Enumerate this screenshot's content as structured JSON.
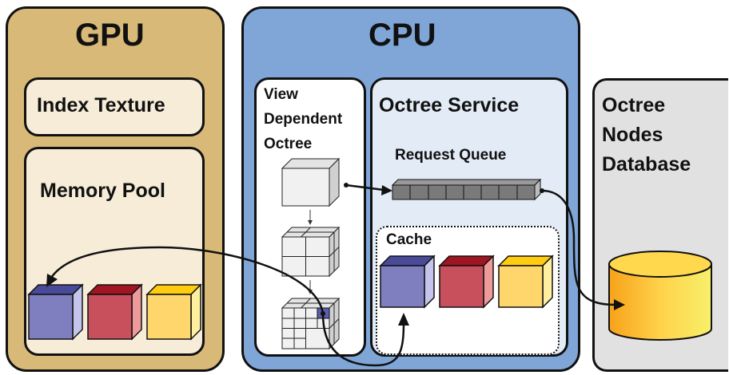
{
  "gpu": {
    "title": "GPU",
    "index_texture": "Index Texture",
    "memory_pool": "Memory Pool"
  },
  "cpu": {
    "title": "CPU",
    "view_dependent_octree": [
      "View",
      "Dependent",
      "Octree"
    ],
    "octree_service": "Octree Service",
    "request_queue": "Request Queue",
    "cache": "Cache"
  },
  "database": {
    "label": [
      "Octree",
      "Nodes",
      "Database"
    ]
  },
  "colors": {
    "gpu_panel": "#d8b978",
    "cpu_panel": "#7fa6d6",
    "database_panel": "#e1e1e1",
    "node_blue": "#7f7fbf",
    "node_red": "#c8505c",
    "node_yellow": "#ffd66b",
    "database_cylinder": "#f4b21a"
  }
}
